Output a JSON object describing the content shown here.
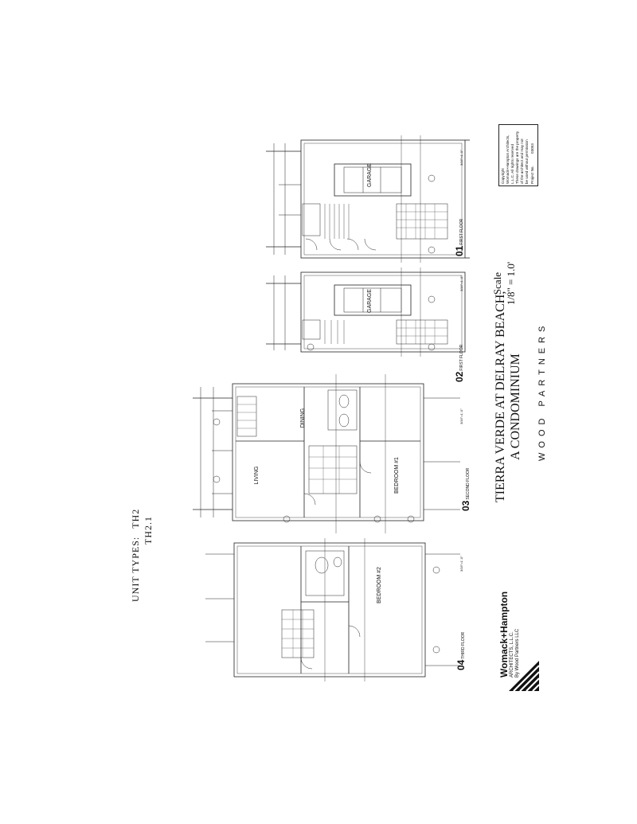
{
  "sheet": {
    "unit_types_label": "UNIT TYPES:",
    "unit_types": [
      "TH2",
      "TH2.1"
    ],
    "project_title_line1": "TIERRA VERDE AT DELRAY BEACH,",
    "project_title_line2": "A CONDOMINIUM",
    "developer": "WOOD PARTNERS",
    "scale_label": "Scale",
    "scale_value": "1/8\" = 1.0'"
  },
  "architect": {
    "name": "Womack+Hampton",
    "subtitle": "ARCHITECTS, L.L.C.",
    "address_lines": [
      "",
      ""
    ],
    "footer": "By Wood Partners LLC"
  },
  "copyright_box": {
    "lines": [
      "Copyright",
      "Womack+Hampton Architects,",
      "L.L.C. All rights reserved",
      "These drawings are the property",
      "of the architect and may not",
      "be used without permission"
    ],
    "project_no_label": "Project No.",
    "project_no": "03053"
  },
  "plans": [
    {
      "id": "01",
      "name": "FIRST FLOOR",
      "scale": "3/16\"=1'-0\"",
      "rooms": [
        "GARAGE"
      ]
    },
    {
      "id": "02",
      "name": "FIRST FLOOR",
      "scale": "3/16\"=1'-0\"",
      "rooms": [
        "GARAGE"
      ]
    },
    {
      "id": "03",
      "name": "SECOND FLOOR",
      "scale": "3/16\"=1'-0\"",
      "rooms": [
        "DINING",
        "LIVING",
        "BEDROOM #1"
      ]
    },
    {
      "id": "04",
      "name": "THIRD FLOOR",
      "scale": "3/16\"=1'-0\"",
      "rooms": [
        "BEDROOM #2"
      ]
    }
  ]
}
